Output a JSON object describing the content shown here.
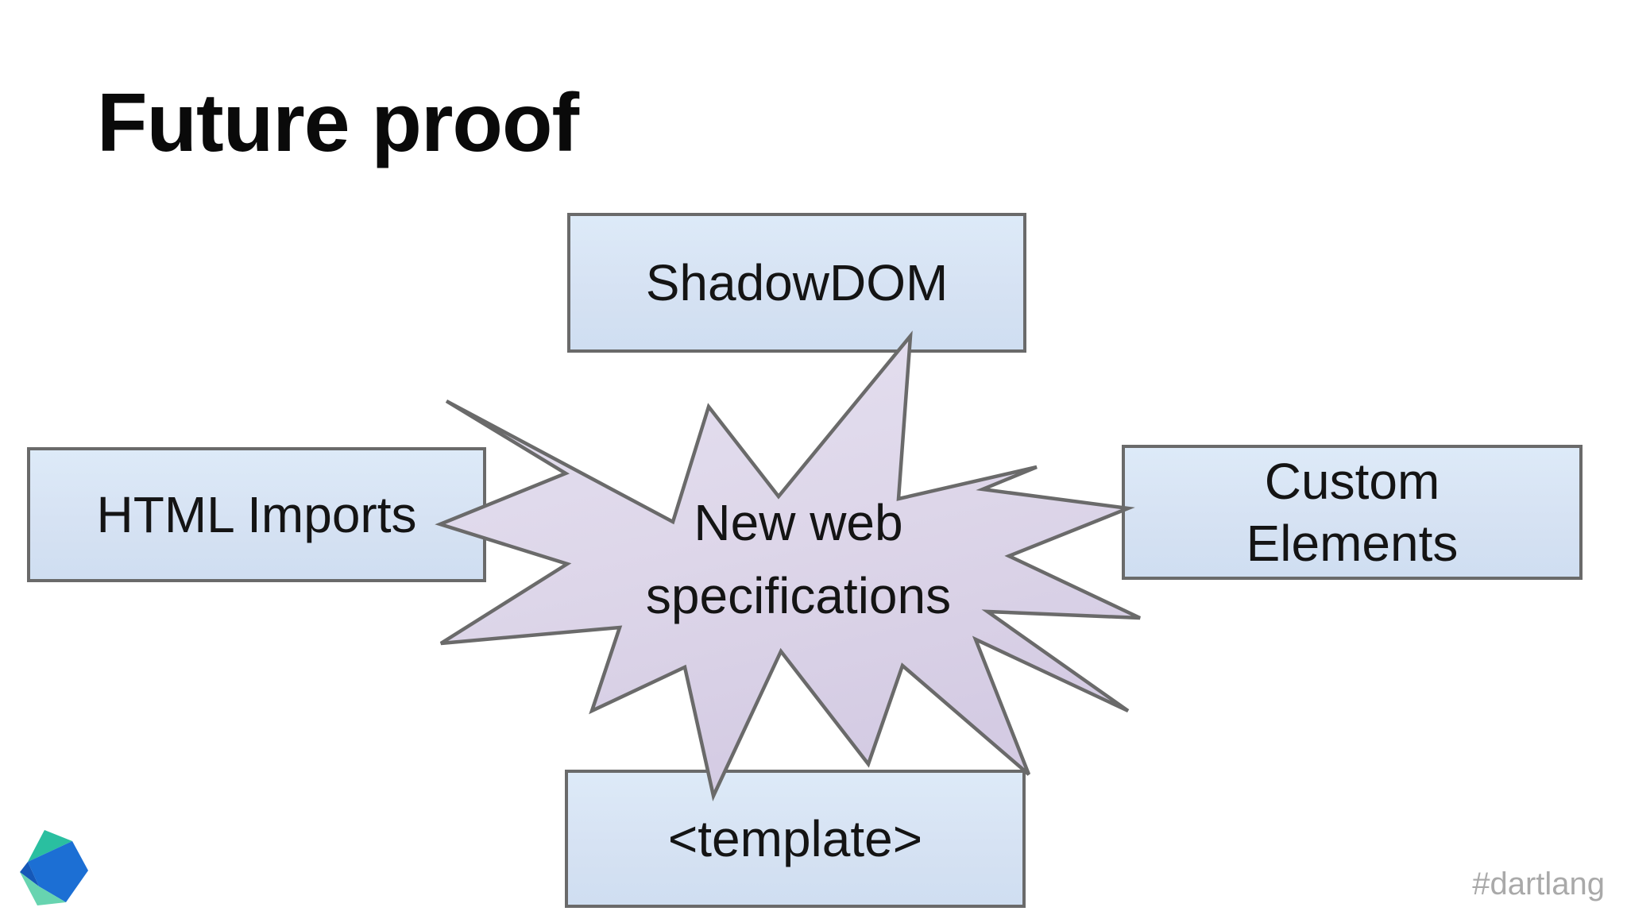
{
  "slide": {
    "title": "Future proof",
    "starburst": {
      "label": "New web specifications"
    },
    "boxes": [
      {
        "id": "shadowdom",
        "label": "ShadowDOM"
      },
      {
        "id": "html-imports",
        "label": "HTML Imports"
      },
      {
        "id": "custom-elements",
        "label": "Custom Elements"
      },
      {
        "id": "template",
        "label": "<template>"
      }
    ],
    "footer": {
      "hashtag": "#dartlang",
      "logo_icon": "dart-logo"
    },
    "colors": {
      "background": "#ffffff",
      "box_fill": "#d6e2f3",
      "box_border": "#6a6a6a",
      "star_fill": "#ddd6e9",
      "star_border": "#6a6a6a",
      "title_text": "#0a0a0a",
      "body_text": "#141414",
      "hashtag_text": "#a9a9a9",
      "dart_teal": "#2abfa0",
      "dart_blue": "#1c6fd4",
      "dart_dark_blue": "#1558b8",
      "dart_mint": "#67d4b0"
    }
  }
}
